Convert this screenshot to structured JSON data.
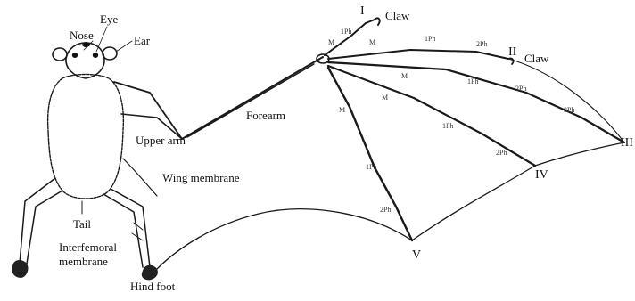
{
  "labels": {
    "nose": "Nose",
    "eye": "Eye",
    "ear": "Ear",
    "upper_arm": "Upper arm",
    "forearm": "Forearm",
    "wing_membrane": "Wing membrane",
    "tail": "Tail",
    "interfemoral_1": "Interfemoral",
    "interfemoral_2": "membrane",
    "hind_foot": "Hind foot",
    "claw_1": "Claw",
    "claw_2": "Claw"
  },
  "digits": {
    "d1": "I",
    "d2": "II",
    "d3": "III",
    "d4": "IV",
    "d5": "V"
  },
  "bones": {
    "m1": "M",
    "m2": "M",
    "m3": "M",
    "m4": "M",
    "m5": "M",
    "d1_1ph": "1Ph",
    "d2_1ph": "1Ph",
    "d2_2ph": "2Ph",
    "d3_1ph": "1Ph",
    "d3_2ph": "2Ph",
    "d3_3ph": "3Ph",
    "d4_1ph": "1Ph",
    "d4_2ph": "2Ph",
    "d5_1ph": "1Ph",
    "d5_2ph": "2Ph"
  }
}
